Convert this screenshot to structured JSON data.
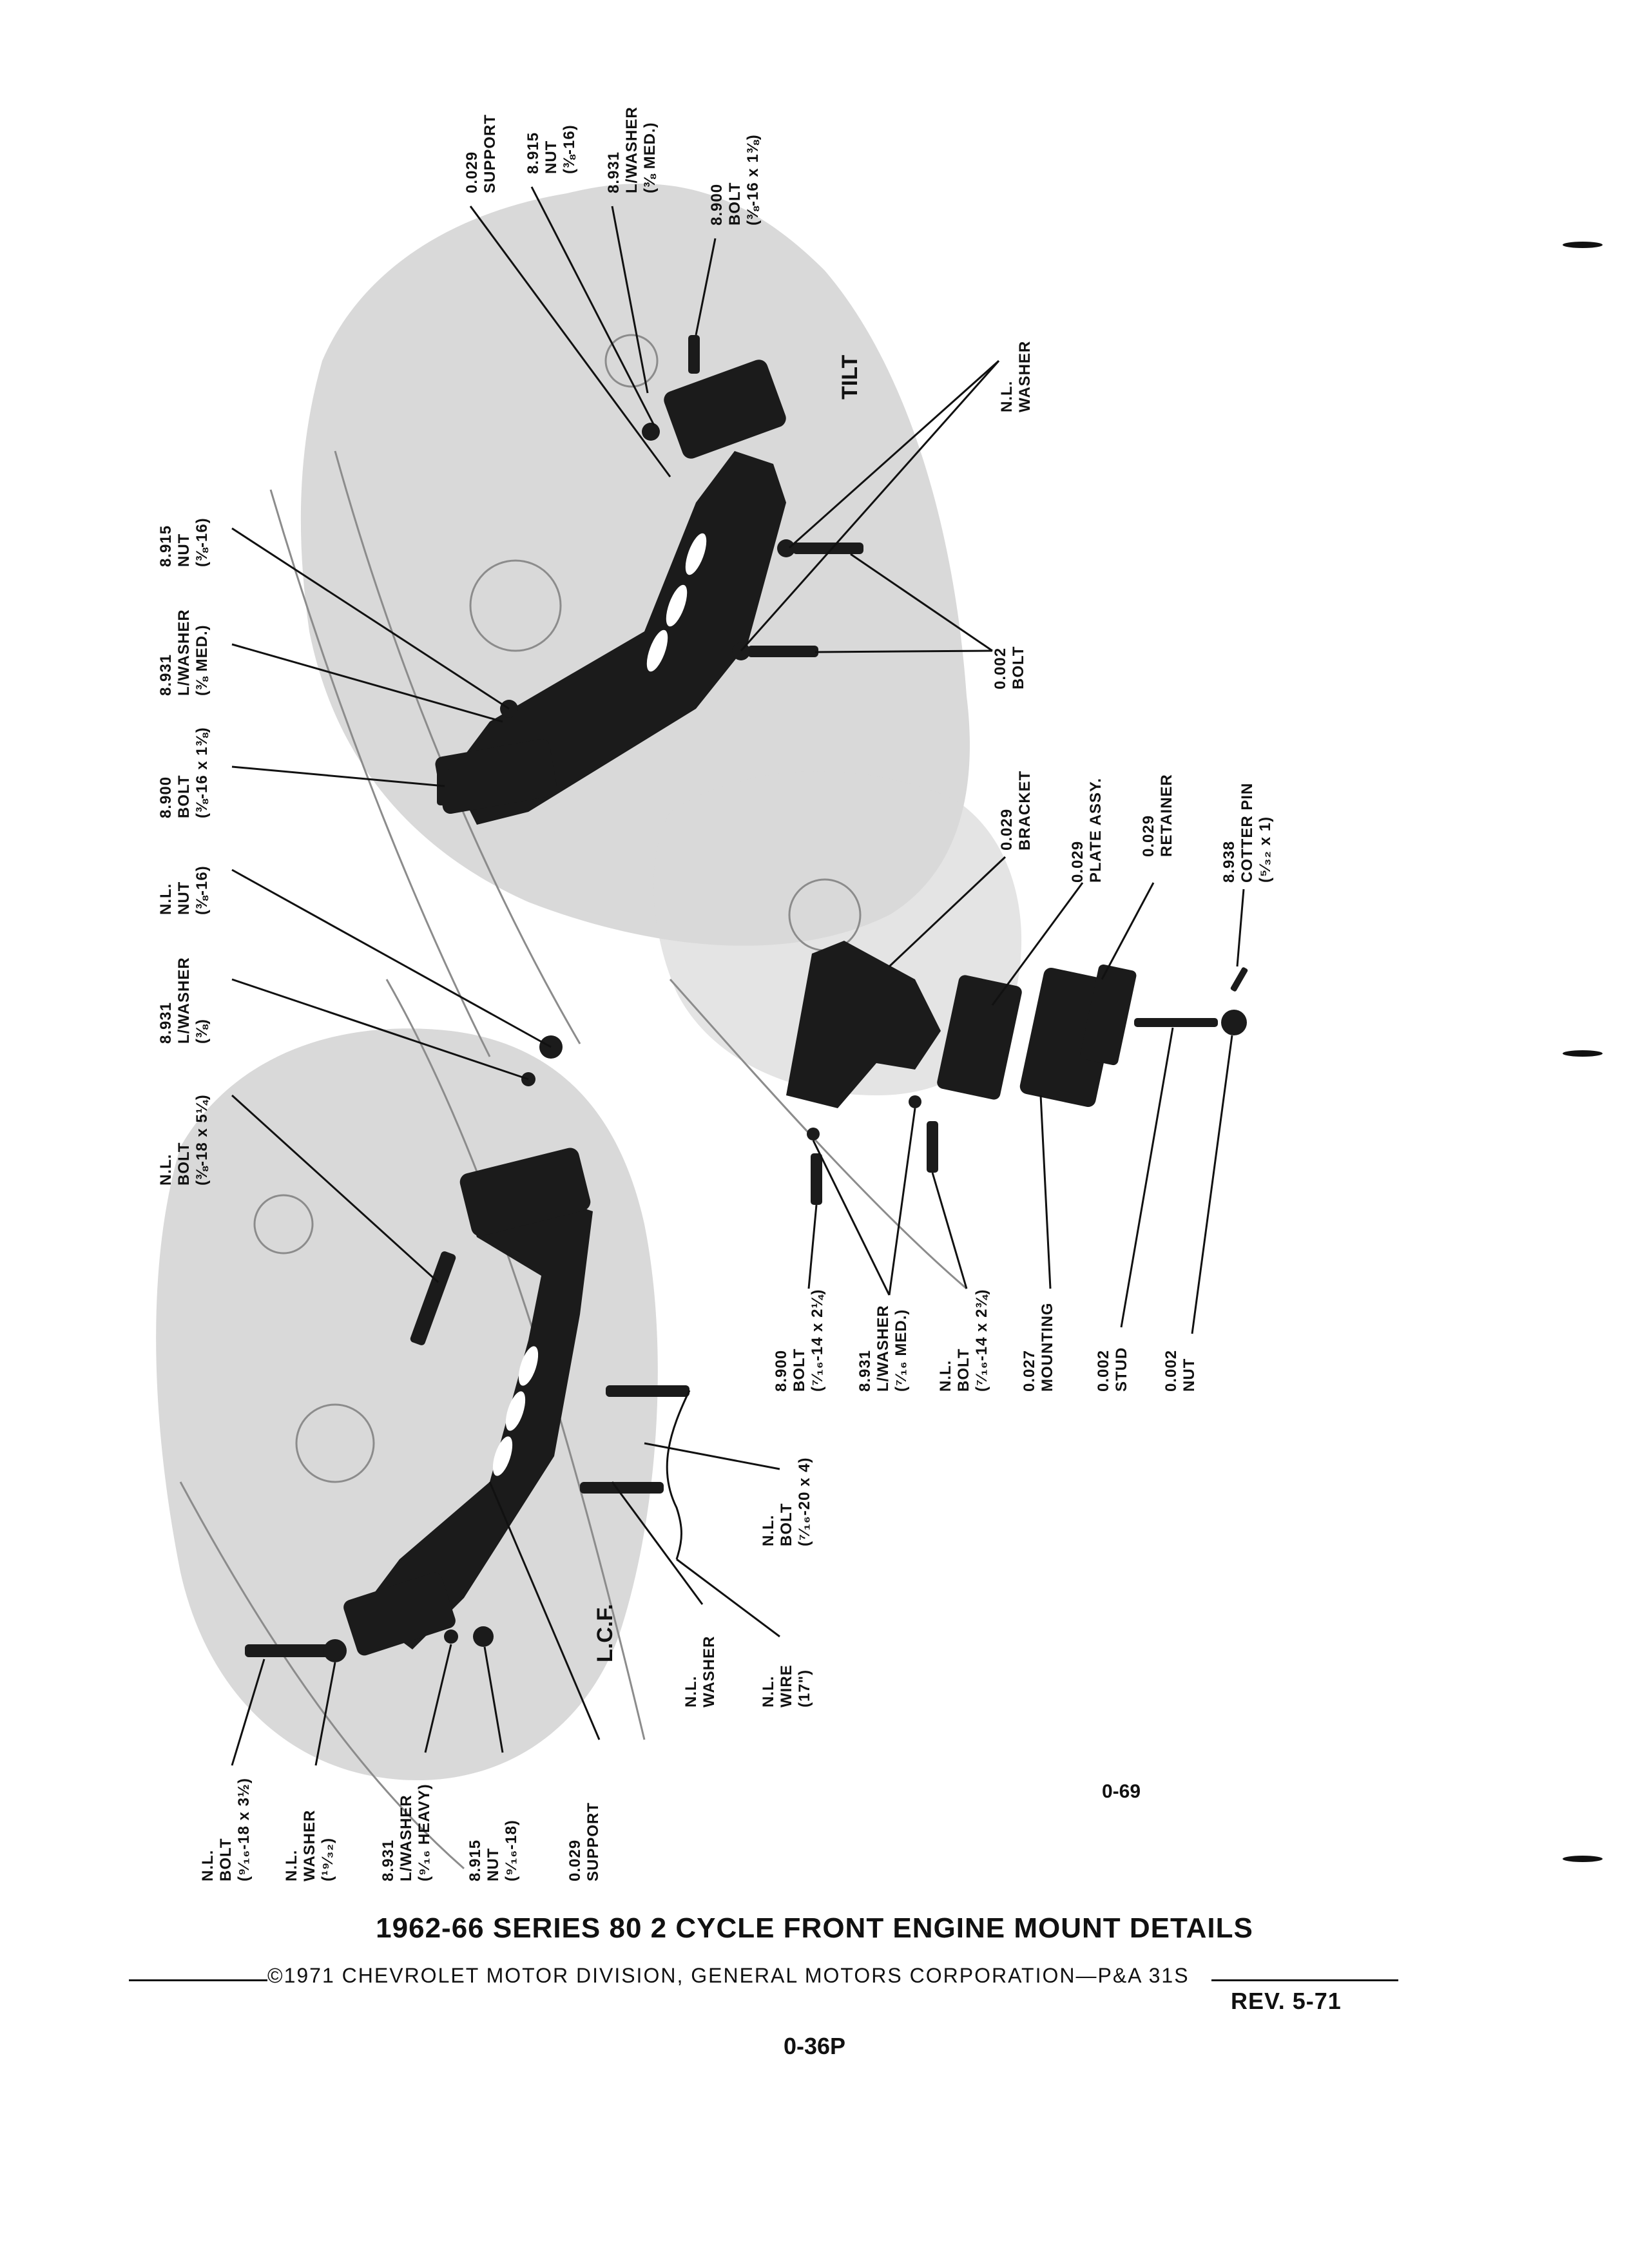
{
  "diagram": {
    "tilt_label": "TILT",
    "lcf_label": "L.C.F.",
    "figure_number": "0-69",
    "callouts": [
      {
        "lines": [
          "0.029",
          "SUPPORT"
        ]
      },
      {
        "lines": [
          "8.915",
          "NUT",
          "(⅜-16)"
        ]
      },
      {
        "lines": [
          "8.931",
          "L/WASHER",
          "(⅜ MED.)"
        ]
      },
      {
        "lines": [
          "8.900",
          "BOLT",
          "(⅜-16 x 1⅜)"
        ]
      },
      {
        "lines": [
          "N.L.",
          "WASHER"
        ]
      },
      {
        "lines": [
          "0.002",
          "BOLT"
        ]
      },
      {
        "lines": [
          "8.915",
          "NUT",
          "(⅜-16)"
        ]
      },
      {
        "lines": [
          "8.931",
          "L/WASHER",
          "(⅜ MED.)"
        ]
      },
      {
        "lines": [
          "8.900",
          "BOLT",
          "(⅜-16 x 1⅜)"
        ]
      },
      {
        "lines": [
          "N.L.",
          "NUT",
          "(⅜-16)"
        ]
      },
      {
        "lines": [
          "8.931",
          "L/WASHER",
          "(⅜)"
        ]
      },
      {
        "lines": [
          "N.L.",
          "BOLT",
          "(⅜-18 x 5¼)"
        ]
      },
      {
        "lines": [
          "0.029",
          "BRACKET"
        ]
      },
      {
        "lines": [
          "0.029",
          "PLATE ASSY."
        ]
      },
      {
        "lines": [
          "0.029",
          "RETAINER"
        ]
      },
      {
        "lines": [
          "8.938",
          "COTTER PIN",
          "(⁵⁄₃₂ x 1)"
        ]
      },
      {
        "lines": [
          "8.900",
          "BOLT",
          "(⁷⁄₁₆-14 x 2¼)"
        ]
      },
      {
        "lines": [
          "8.931",
          "L/WASHER",
          "(⁷⁄₁₆ MED.)"
        ]
      },
      {
        "lines": [
          "N.L.",
          "BOLT",
          "(⁷⁄₁₆-14 x 2¾)"
        ]
      },
      {
        "lines": [
          "0.027",
          "MOUNTING"
        ]
      },
      {
        "lines": [
          "0.002",
          "STUD"
        ]
      },
      {
        "lines": [
          "0.002",
          "NUT"
        ]
      },
      {
        "lines": [
          "N.L.",
          "BOLT",
          "(⁷⁄₁₆-20 x 4)"
        ]
      },
      {
        "lines": [
          "N.L.",
          "WASHER"
        ]
      },
      {
        "lines": [
          "N.L.",
          "WIRE",
          "(17\")"
        ]
      },
      {
        "lines": [
          "N.L.",
          "BOLT",
          "(⁹⁄₁₆-18 x 3½)"
        ]
      },
      {
        "lines": [
          "N.L.",
          "WASHER",
          "(¹⁹⁄₃₂)"
        ]
      },
      {
        "lines": [
          "8.931",
          "L/WASHER",
          "(⁹⁄₁₆ HEAVY)"
        ]
      },
      {
        "lines": [
          "8.915",
          "NUT",
          "(⁹⁄₁₆-18)"
        ]
      },
      {
        "lines": [
          "0.029",
          "SUPPORT"
        ]
      }
    ]
  },
  "footer": {
    "title": "1962-66 SERIES 80 2 CYCLE FRONT ENGINE MOUNT DETAILS",
    "copyright": "©1971 CHEVROLET MOTOR DIVISION, GENERAL MOTORS CORPORATION—P&A 31S",
    "revision": "REV. 5-71",
    "page_number": "0-36P"
  }
}
